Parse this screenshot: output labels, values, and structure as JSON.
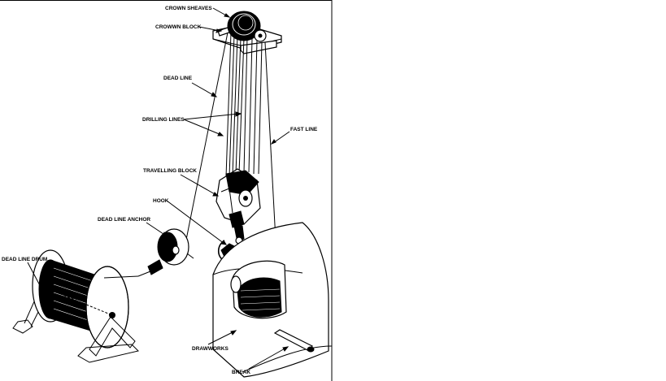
{
  "labels": {
    "crown_sheaves": "CROWN SHEAVES",
    "crown_block": "CROWWN BLOCK",
    "dead_line": "DEAD LINE",
    "drilling_lines": "DRILLING LINES",
    "fast_line": "FAST LINE",
    "travelling_block": "TRAVELLING BLOCK",
    "hook": "HOOK",
    "dead_line_anchor": "DEAD LINE ANCHOR",
    "dead_line_drum": "DEAD LINE DRUM",
    "drawworks": "DRAWWORKS",
    "break": "BREAK"
  }
}
